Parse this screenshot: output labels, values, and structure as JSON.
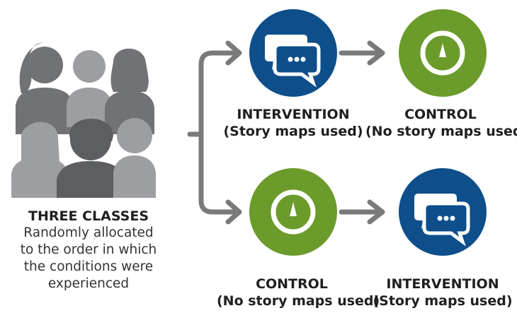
{
  "colors": {
    "intervention": "#0d4e8b",
    "control": "#6b9b2b",
    "arrow": "#7a7a7a",
    "people_dark": "#5c5e61",
    "people_light": "#9c9ea1"
  },
  "group": {
    "title": "THREE CLASSES",
    "description_lines": [
      "Randomly allocated",
      "to the order in which",
      "the conditions were",
      "experienced"
    ]
  },
  "paths": [
    {
      "first": {
        "type": "intervention",
        "icon": "speech-bubbles-icon",
        "title": "INTERVENTION",
        "subtitle": "(Story maps used)"
      },
      "second": {
        "type": "control",
        "icon": "dial-icon",
        "title": "CONTROL",
        "subtitle": "(No story maps used)"
      }
    },
    {
      "first": {
        "type": "control",
        "icon": "dial-icon",
        "title": "CONTROL",
        "subtitle": "(No story maps used)"
      },
      "second": {
        "type": "intervention",
        "icon": "speech-bubbles-icon",
        "title": "INTERVENTION",
        "subtitle": "(Story maps used)"
      }
    }
  ]
}
